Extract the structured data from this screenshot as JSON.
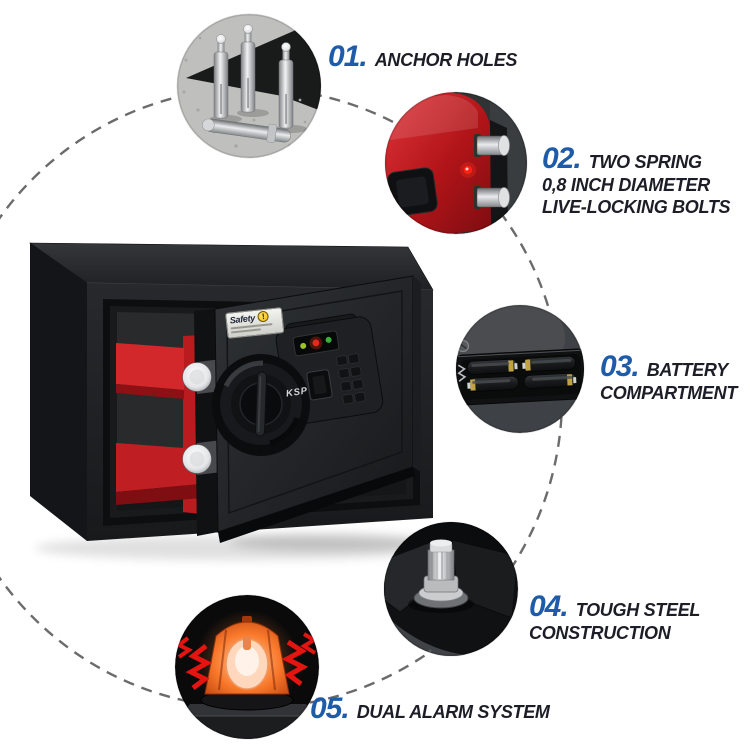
{
  "page": {
    "background": "#ffffff",
    "type": "product-feature-infographic",
    "subject": "digital-security-safe"
  },
  "colors": {
    "accent_blue": "#1e5ba8",
    "label_text": "#1d1d27",
    "safe_body_black": "#202224",
    "safe_interior_red": "#c02024",
    "callout_red_door": "#b51a1f",
    "alarm_orange": "#f0712a",
    "alarm_wave_red": "#e41410",
    "dash_gray": "#6b6b6b"
  },
  "product": {
    "sticker_label": "Safety",
    "brand_label": "KSP"
  },
  "callouts": [
    {
      "id": "01",
      "number": "01.",
      "lines": [
        "ANCHOR HOLES"
      ],
      "photo": "anchor-bolts-photo"
    },
    {
      "id": "02",
      "number": "02.",
      "lines": [
        "TWO SPRING",
        "0,8 INCH DIAMETER",
        "LIVE-LOCKING BOLTS"
      ],
      "photo": "locking-bolts-photo"
    },
    {
      "id": "03",
      "number": "03.",
      "lines": [
        "BATTERY",
        "COMPARTMENT"
      ],
      "photo": "battery-compartment-photo"
    },
    {
      "id": "04",
      "number": "04.",
      "lines": [
        "TOUGH STEEL",
        "CONSTRUCTION"
      ],
      "photo": "steel-bolt-photo"
    },
    {
      "id": "05",
      "number": "05.",
      "lines": [
        "DUAL ALARM SYSTEM"
      ],
      "photo": "alarm-siren-photo"
    }
  ]
}
